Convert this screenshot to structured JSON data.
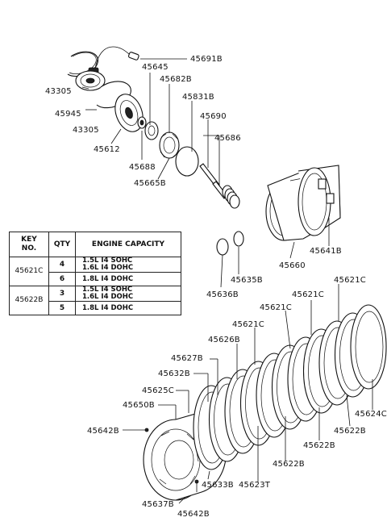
{
  "labels": {
    "l45691B": "45691B",
    "l45645": "45645",
    "l43305a": "43305",
    "l45682B": "45682B",
    "l45831B": "45831B",
    "l45945": "45945",
    "l45690": "45690",
    "l43305b": "43305",
    "l45686": "45686",
    "l45612": "45612",
    "l45688": "45688",
    "l45665B": "45665B",
    "l45641B": "45641B",
    "l45660": "45660",
    "l45635B": "45635B",
    "l45636B": "45636B",
    "l45621C_a": "45621C",
    "l45621C_b": "45621C",
    "l45621C_c": "45621C",
    "l45621C_d": "45621C",
    "l45626B": "45626B",
    "l45627B": "45627B",
    "l45632B": "45632B",
    "l45625C": "45625C",
    "l45650B": "45650B",
    "l45642B_a": "45642B",
    "l45624C": "45624C",
    "l45622B_a": "45622B",
    "l45622B_b": "45622B",
    "l45622B_c": "45622B",
    "l45623T": "45623T",
    "l45633B": "45633B",
    "l45637B": "45637B",
    "l45642B_b": "45642B"
  },
  "table": {
    "headers": {
      "key": "KEY\nNO.",
      "qty": "QTY",
      "engine": "ENGINE  CAPACITY"
    },
    "rows": [
      {
        "key": "45621C",
        "qty": "4",
        "engine": "1.5L  I4  SOHC\n1.6L  I4  DOHC"
      },
      {
        "qty": "6",
        "engine": "1.8L  I4  DOHC"
      },
      {
        "key": "45622B",
        "qty": "3",
        "engine": "1.5L  I4  SOHC\n1.6L  I4  DOHC"
      },
      {
        "qty": "5",
        "engine": "1.8L  I4  DOHC"
      }
    ]
  }
}
